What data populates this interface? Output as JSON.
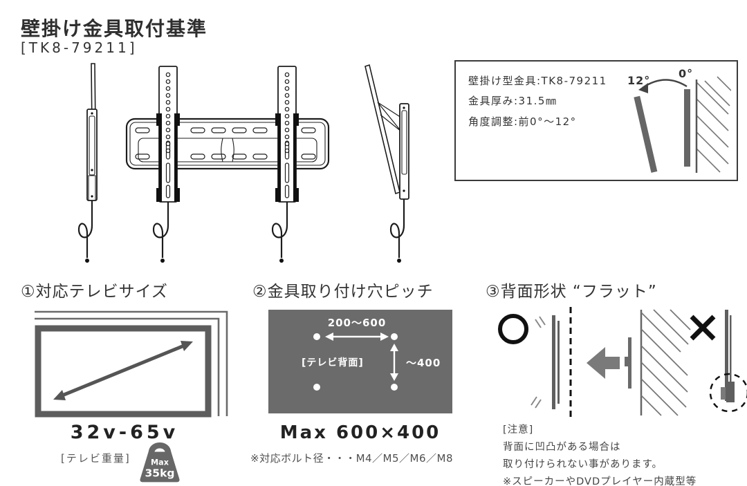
{
  "colors": {
    "panel_gray": "#6b6b6b",
    "diagram_gray": "#666666",
    "ink": "#2f2f2f"
  },
  "page": {
    "title": "壁掛け金具取付基準",
    "model": "[TK8-79211]"
  },
  "spec_box": {
    "lines": [
      "壁掛け型金具:TK8-79211",
      "金具厚み:31.5㎜",
      "角度調整:前0°〜12°"
    ],
    "angle_tilt_label": "12°",
    "angle_flat_label": "0°"
  },
  "sections": {
    "tv_size": {
      "heading": "①対応テレビサイズ",
      "size_range": "32v-65v",
      "weight_label": "[テレビ重量]",
      "weight_max_prefix": "Max",
      "weight_max_value": "35kg"
    },
    "hole_pitch": {
      "heading": "②金具取り付け穴ピッチ",
      "horizontal_range": "200〜600",
      "vertical_range": "〜400",
      "back_label": "[テレビ背面]",
      "max_size": "Max 600×400",
      "bolt_note": "※対応ボルト径・・・M4／M5／M6／M8"
    },
    "back_shape": {
      "heading": "③背面形状 “フラット”",
      "caution_title": "[注意]",
      "caution_lines": [
        "背面に凹凸がある場合は",
        "取り付けられない事があります。",
        "※スピーカーやDVDプレイヤー内蔵型等"
      ]
    }
  }
}
